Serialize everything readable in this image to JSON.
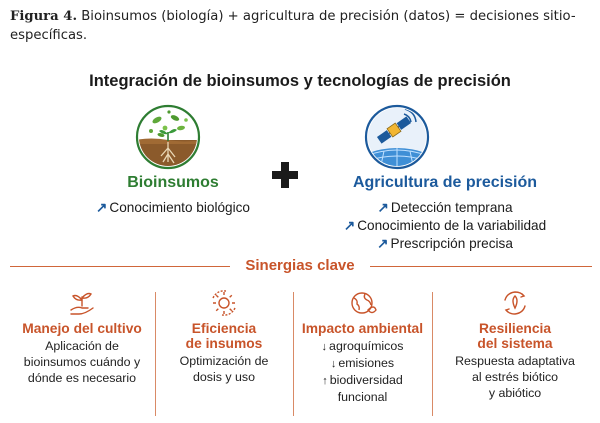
{
  "caption": {
    "label": "Figura 4.",
    "text": " Bioinsumos (biología) + agricultura de precisión (datos) = decisiones sitio-específicas."
  },
  "heading": "Integración de bioinsumos y tecnologías de precisión",
  "colors": {
    "green": "#2e7d32",
    "blue": "#1c5a9c",
    "orange": "#c8542a"
  },
  "bio": {
    "title": "Bioinsumos",
    "icon": "microbes-plant-icon",
    "bullets": [
      {
        "arrow": "↗",
        "text": "Conocimiento biológico"
      }
    ]
  },
  "plus_icon": "plus-icon",
  "agri": {
    "title": "Agricultura de precisión",
    "icon": "satellite-icon",
    "bullets": [
      {
        "arrow": "↗",
        "text": "Detección temprana"
      },
      {
        "arrow": "↗",
        "text": "Conocimiento de la variabilidad"
      },
      {
        "arrow": "↗",
        "text": "Prescripción precisa"
      }
    ]
  },
  "synergies": {
    "title": "Sinergias clave",
    "cards": [
      {
        "icon": "sprout-hand-icon",
        "title": [
          "Manejo del cultivo"
        ],
        "desc": [
          "Aplicación de",
          "bioinsumos cuándo y",
          "dónde es necesario"
        ]
      },
      {
        "icon": "gear-cycle-icon",
        "title": [
          "Eficiencia",
          "de insumos"
        ],
        "desc": [
          "Optimización de",
          "dosis y uso"
        ]
      },
      {
        "icon": "globe-leaf-icon",
        "title": [
          "Impacto ambiental"
        ],
        "desc": [
          {
            "arrow": "↓",
            "text": "agroquímicos"
          },
          {
            "arrow": "↓",
            "text": "emisiones"
          },
          {
            "arrow": "↑",
            "text": "biodiversidad"
          },
          {
            "arrow": "",
            "text": "funcional"
          }
        ]
      },
      {
        "icon": "shield-cycle-icon",
        "title": [
          "Resiliencia",
          "del sistema"
        ],
        "desc": [
          "Respuesta adaptativa",
          "al estrés biótico",
          "y abiótico"
        ]
      }
    ]
  }
}
